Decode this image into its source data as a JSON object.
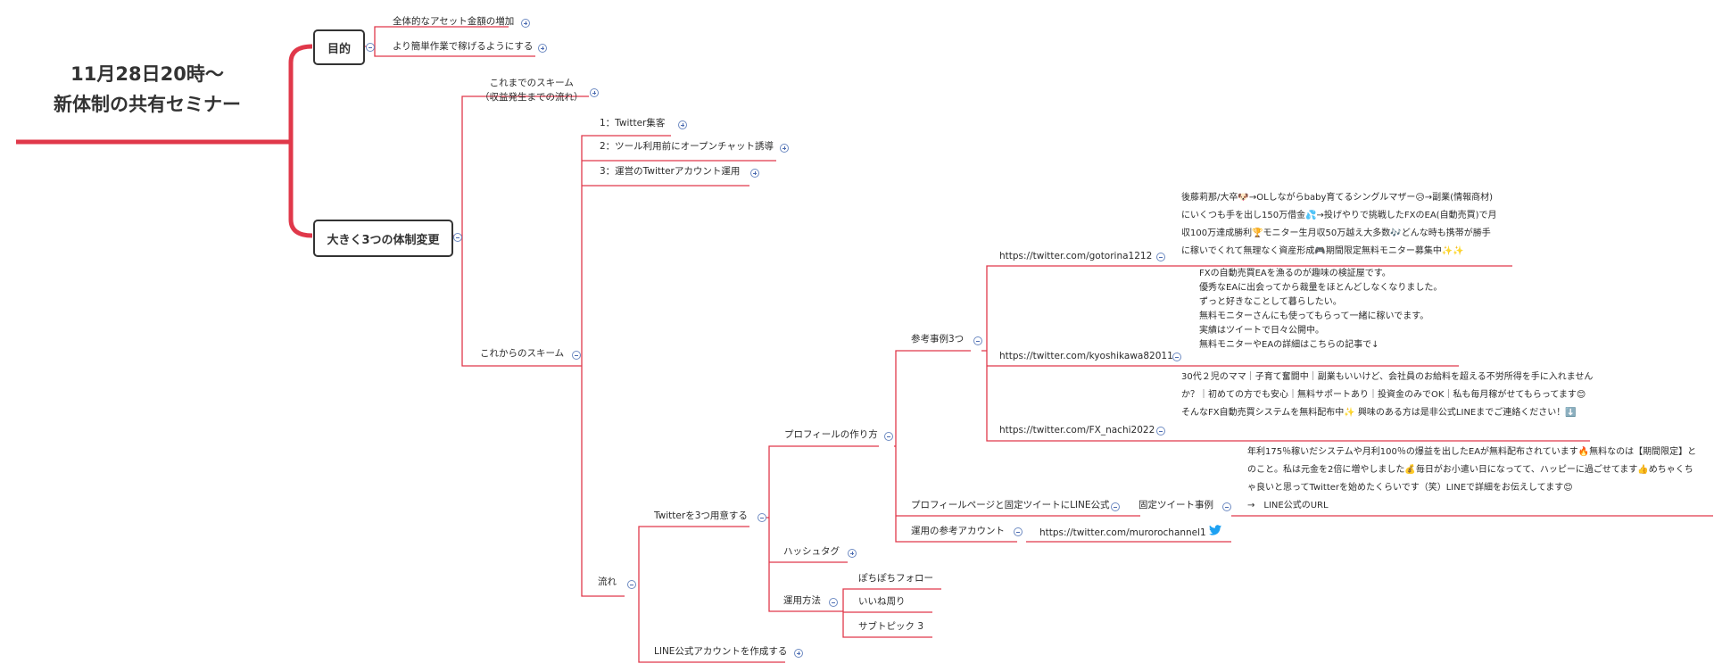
{
  "root": {
    "title_line1": "11月28日20時〜",
    "title_line2": "新体制の共有セミナー"
  },
  "branches": {
    "mokuteki": {
      "label": "目的",
      "items": [
        "全体的なアセット金額の増加",
        "より簡単作業で稼げるようにする"
      ]
    },
    "change": {
      "label": "大きく3つの体制変更",
      "old_scheme_line1": "これまでのスキーム",
      "old_scheme_line2": "（収益発生までの流れ）",
      "new_scheme": "これからのスキーム",
      "steps": [
        "1：Twitter集客",
        "2：ツール利用前にオープンチャット誘導",
        "3：運営のTwitterアカウント運用"
      ],
      "flow": "流れ",
      "twitter3": "Twitterを3つ用意する",
      "profile": "プロフィールの作り方",
      "refs3": "参考事例3つ",
      "ref_accounts": [
        {
          "url": "https://twitter.com/gotorina1212",
          "lines": [
            "後藤莉那/大卒🐶→OLしながらbaby育てるシングルマザー😥→副業(情報商材)",
            "にいくつも手を出し150万借金💦→投げやりで挑戦したFXのEA(自動売買)で月",
            "収100万達成勝利🏆モニター生月収50万越え大多数🎶どんな時も携帯が勝手",
            "に稼いでくれて無理なく資産形成🎮期間限定無料モニター募集中✨✨"
          ]
        },
        {
          "url": "https://twitter.com/kyoshikawa82011",
          "lines": [
            "FXの自動売買EAを漁るのが趣味の検証屋です。",
            "優秀なEAに出会ってから裁量をほとんどしなくなりました。",
            "ずっと好きなことして暮らしたい。",
            "無料モニターさんにも使ってもらって一緒に稼いでます。",
            "実績はツイートで日々公開中。",
            "無料モニターやEAの詳細はこちらの記事で↓"
          ]
        },
        {
          "url": "https://twitter.com/FX_nachi2022",
          "lines": [
            "30代２児のママ｜子育て奮闘中｜副業もいいけど、会社員のお給料を超える不労所得を手に入れません",
            "か？｜初めての方でも安心｜無料サポートあり｜投資金のみでOK｜私も毎月稼がせてもらってます😊",
            "そんなFX自動売買システムを無料配布中✨ 興味のある方は是非公式LINEまでご連絡ください！⬇️"
          ]
        }
      ],
      "profile_line": "プロフィールページと固定ツイートにLINE公式",
      "fixed_tweet": "固定ツイート事例",
      "fixed_tweet_lines": [
        "年利175％稼いだシステムや月利100％の爆益を出したEAが無料配布されています🔥無料なのは【期間限定】と",
        "のこと。私は元金を2倍に増やしました💰毎日がお小遣い日になってて、ハッピーに過ごせてます👍めちゃくち",
        "ゃ良いと思ってTwitterを始めたくらいです（笑）LINEで詳細をお伝えしてます😊"
      ],
      "line_url": "→　LINE公式のURL",
      "ops_ref": "運用の参考アカウント",
      "ops_url": "https://twitter.com/murorochannel1",
      "hashtag": "ハッシュタグ",
      "ops_method": "運用方法",
      "ops_items": [
        "ぽちぽちフォロー",
        "いいね周り",
        "サブトピック 3"
      ],
      "line_account": "LINE公式アカウントを作成する"
    }
  },
  "colors": {
    "line": "#e0384a",
    "box_border": "#333333",
    "toggle": "#6e8bc2",
    "twitter": "#1da1f2"
  }
}
